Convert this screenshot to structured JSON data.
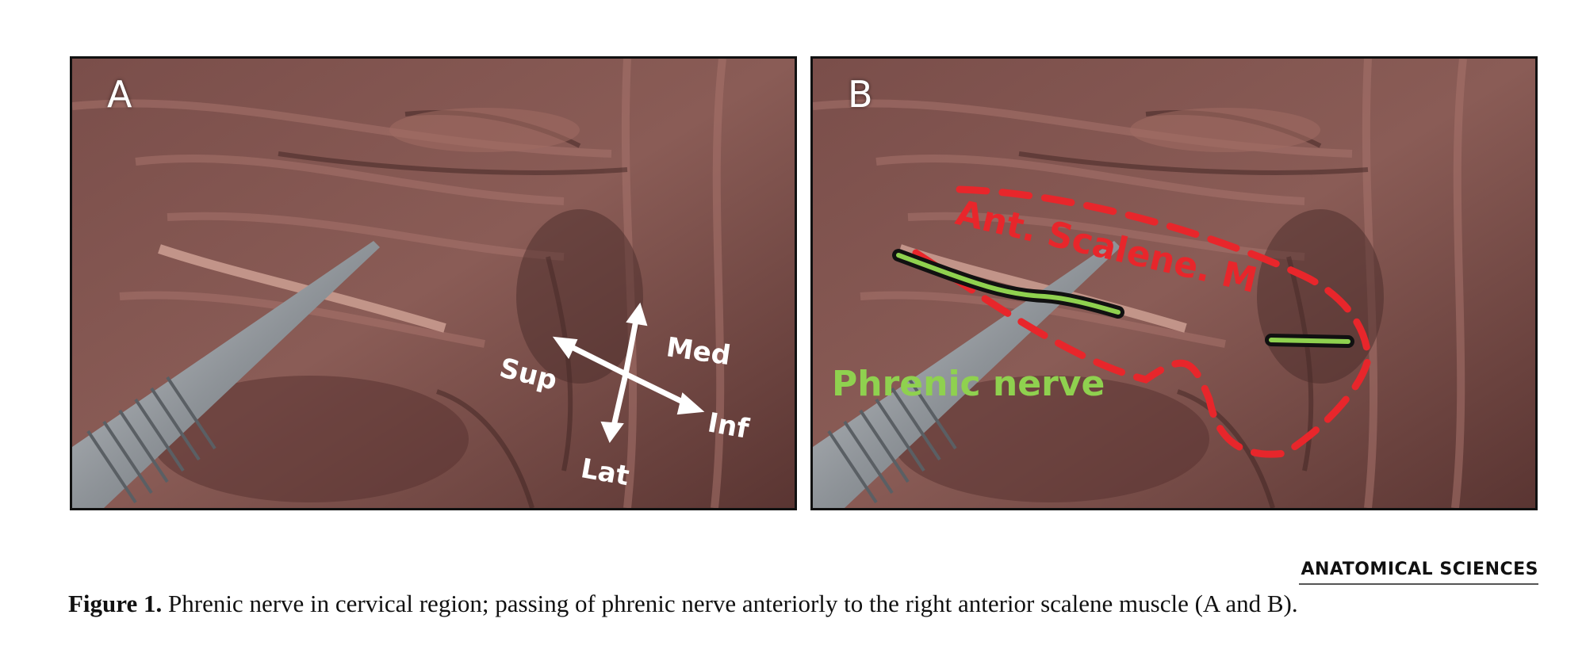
{
  "figure": {
    "panels": [
      {
        "letter": "A",
        "orientation": {
          "med": "Med",
          "sup": "Sup",
          "inf": "Inf",
          "lat": "Lat"
        }
      },
      {
        "letter": "B",
        "labels": {
          "muscle": "Ant. Scalene. M",
          "nerve": "Phrenic nerve"
        },
        "colors": {
          "muscle_outline": "#e8262b",
          "nerve_trace": "#8fd14f"
        }
      }
    ],
    "journal_logo": "ANATOMICAL SCIENCES",
    "caption": {
      "label": "Figure 1.",
      "text": "Phrenic nerve in cervical region; passing of phrenic nerve anteriorly to the right anterior scalene muscle (A and B)."
    }
  }
}
